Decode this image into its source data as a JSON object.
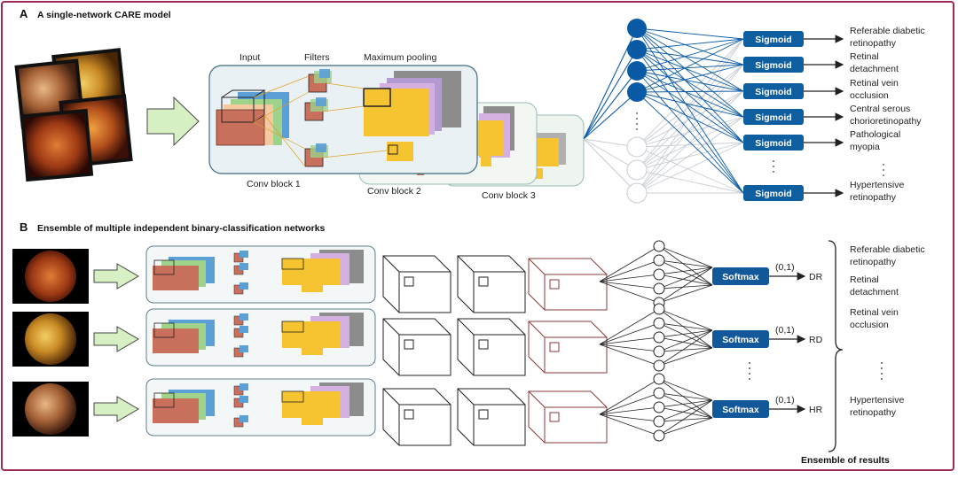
{
  "colors": {
    "node_blue": "#0b5aa6",
    "sigmoid_blue": "#0f5e9f",
    "softmax_blue": "#12589a",
    "arrow_green": "#d6f0c3",
    "pool_yellow": "#f7c431",
    "block_brown": "#c9705c",
    "frame_border": "#9b2a58"
  },
  "section_a": {
    "label": "A",
    "title": "A single-network CARE model",
    "stage_labels": {
      "input": "Input",
      "filters": "Filters",
      "max_pooling": "Maximum pooling"
    },
    "block_labels": [
      "Conv block 1",
      "Conv block 2",
      "Conv block 3"
    ],
    "classifier": "Sigmoid",
    "outputs": [
      [
        "Referable diabetic",
        "retinopathy"
      ],
      [
        "Retinal",
        "detachment"
      ],
      [
        "Retinal vein",
        "occlusion"
      ],
      [
        "Central serous",
        "chorioretinopathy"
      ],
      [
        "Pathological",
        "myopia"
      ],
      [
        "Hypertensive",
        "retinopathy"
      ]
    ]
  },
  "section_b": {
    "label": "B",
    "title": "Ensemble of multiple independent binary-classification networks",
    "classifier": "Softmax",
    "range_label": "(0,1)",
    "outputs": [
      "DR",
      "RD",
      "HR"
    ],
    "ensemble_items": [
      [
        "Referable diabetic",
        "retinopathy"
      ],
      [
        "Retinal",
        "detachment"
      ],
      [
        "Retinal vein",
        "occlusion"
      ],
      [
        "Hypertensive",
        "retinopathy"
      ]
    ],
    "ensemble_label": "Ensemble of results"
  }
}
